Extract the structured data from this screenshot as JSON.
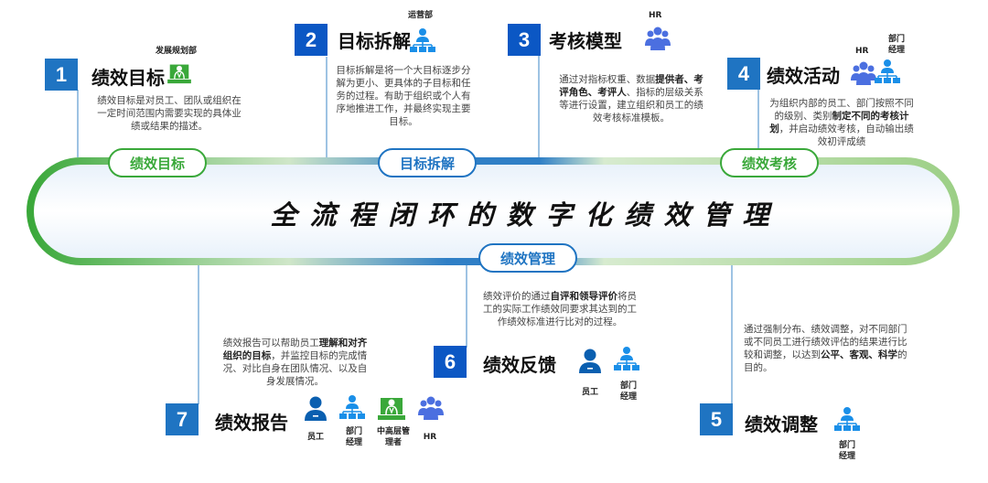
{
  "main_title": "全流程闭环的数字化绩效管理",
  "pills": {
    "goal": "绩效目标",
    "decompose": "目标拆解",
    "assess": "绩效考核",
    "manage": "绩效管理"
  },
  "steps": [
    {
      "num": "1",
      "title": "绩效目标",
      "dept": "发展规划部",
      "desc": "绩效目标是对员工、团队或组织在一定时间范围内需要实现的具体业绩或结果的描述。"
    },
    {
      "num": "2",
      "title": "目标拆解",
      "dept": "运营部",
      "desc": "目标拆解是将一个大目标逐步分解为更小、更具体的子目标和任务的过程。有助于组织或个人有序地推进工作，并最终实现主要目标。"
    },
    {
      "num": "3",
      "title": "考核模型",
      "dept": "HR",
      "desc_a": "通过对指标权重、数据",
      "desc_b": "提供者、考评角色、考评人",
      "desc_c": "、指标的层级关系等进行设置，建立组织和员工的绩效考核标准模板。"
    },
    {
      "num": "4",
      "title": "绩效活动",
      "dept_a": "HR",
      "dept_b": "部门经理",
      "desc_a": "为组织内部的员工、部门按照不同的级别、类别",
      "desc_b": "制定不同的考核计划",
      "desc_c": "，并启动绩效考核，自动输出绩效初评成绩"
    },
    {
      "num": "5",
      "title": "绩效调整",
      "dept": "部门经理",
      "desc_a": "通过强制分布、绩效调整，对不同部门或不同员工进行绩效评估的结果进行比较和调整，以达到",
      "desc_b": "公平、客观、科学",
      "desc_c": "的目的。"
    },
    {
      "num": "6",
      "title": "绩效反馈",
      "roles": [
        "员工",
        "部门经理"
      ],
      "desc_a": "绩效评价的通过",
      "desc_b": "自评和领导评价",
      "desc_c": "将员工的实际工作绩效同要求其达到的工作绩效标准进行比对的过程。"
    },
    {
      "num": "7",
      "title": "绩效报告",
      "roles": [
        "员工",
        "部门经理",
        "中高层管理者",
        "HR"
      ],
      "desc_a": "绩效报告可以帮助员工",
      "desc_b": "理解和对齐组织的目标",
      "desc_c": "，并监控目标的完成情况、对比自身在团队情况、以及自身发展情况。"
    }
  ],
  "colors": {
    "green": "#3aa83a",
    "blue": "#1f74c2",
    "dark_blue": "#0b57c4",
    "person": "#0a5fb0",
    "org": "#1a8fe8",
    "group": "#4b6fe0"
  }
}
